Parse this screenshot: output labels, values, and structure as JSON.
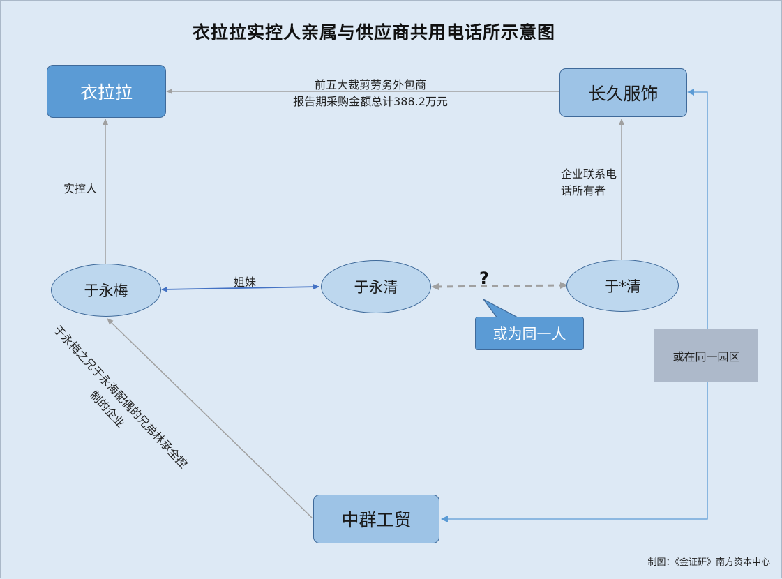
{
  "title": "衣拉拉实控人亲属与供应商共用电话所示意图",
  "nodes": {
    "yilala": "衣拉拉",
    "changjiu": "长久服饰",
    "yu_yongmei": "于永梅",
    "yu_yongqing": "于永清",
    "yu_star_qing": "于*清",
    "zhongqun": "中群工贸"
  },
  "edges": {
    "changjiu_to_yilala_line1": "前五大裁剪劳务外包商",
    "changjiu_to_yilala_line2": "报告期采购金额总计388.2万元",
    "actual_controller": "实控人",
    "contact_owner_line1": "企业联系电",
    "contact_owner_line2": "话所有者",
    "sisters": "姐妹",
    "question_mark": "?",
    "zhongqun_line1": "于永梅之兄于永海配偶的兄弟林承全控",
    "zhongqun_line2": "制的企业"
  },
  "callout": "或为同一人",
  "park_note": "或在同一园区",
  "credit": "制图：《金证研》南方资本中心",
  "colors": {
    "background": "#dde9f5",
    "dark_box": "#5b9bd5",
    "light_box": "#9dc3e6",
    "ellipse": "#bdd7ee",
    "arrow_gray": "#a0a0a0",
    "arrow_blue": "#4472c4"
  }
}
